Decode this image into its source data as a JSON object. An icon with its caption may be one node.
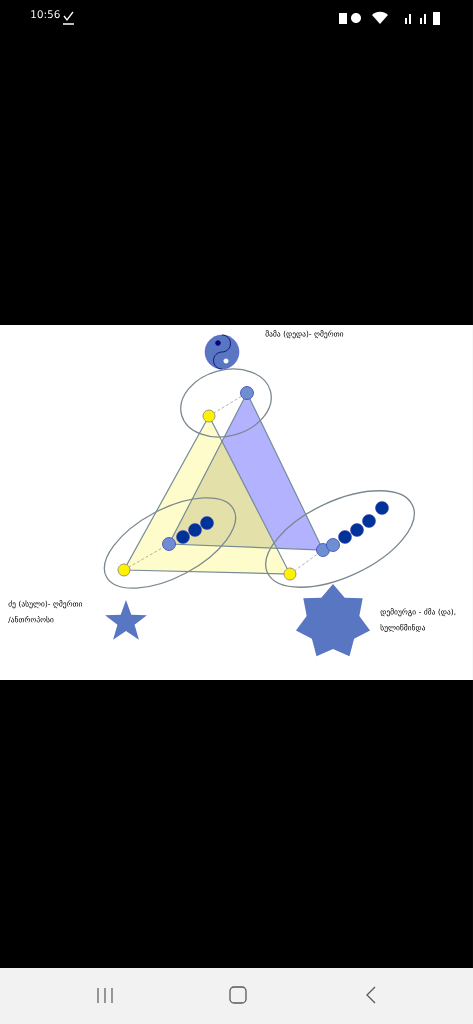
{
  "diagram": {
    "labels": [
      "10:56",
      "მამა (დედა)- ღმერთი",
      "ძე (ასული)- ღმერთი /ანთროპოსი",
      "დემიურგი - ძმა (და), სულიწმინდა"
    ]
  }
}
